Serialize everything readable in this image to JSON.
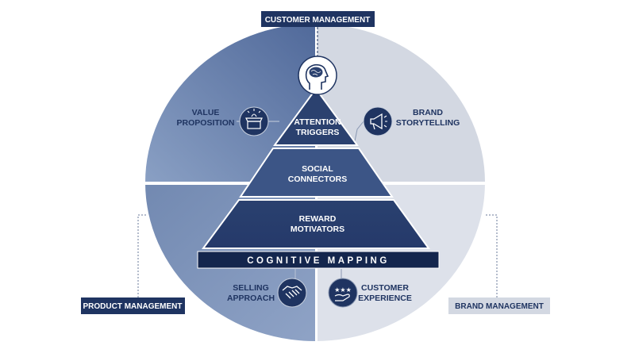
{
  "title": "Cognitive Mapping",
  "labels": {
    "customer_management": "CUSTOMER MANAGEMENT",
    "product_management": "PRODUCT MANAGEMENT",
    "brand_management": "BRAND MANAGEMENT"
  },
  "pyramid": [
    {
      "line1": "ATTENTION",
      "line2": "TRIGGERS"
    },
    {
      "line1": "SOCIAL",
      "line2": "CONNECTORS"
    },
    {
      "line1": "REWARD",
      "line2": "MOTIVATORS"
    }
  ],
  "base_label": "COGNITIVE MAPPING",
  "quadrants": {
    "value_proposition": {
      "line1": "VALUE",
      "line2": "PROPOSITION",
      "icon": "gift-box-icon"
    },
    "brand_storytelling": {
      "line1": "BRAND",
      "line2": "STORYTELLING",
      "icon": "megaphone-icon"
    },
    "selling_approach": {
      "line1": "SELLING",
      "line2": "APPROACH",
      "icon": "handshake-icon"
    },
    "customer_experience": {
      "line1": "CUSTOMER",
      "line2": "EXPERIENCE",
      "icon": "hand-stars-icon"
    }
  },
  "colors": {
    "navy": "#1f3461",
    "tl": "#5a76a2",
    "bl": "#7d94ba",
    "tr": "#d3d8e2",
    "br": "#dde1ea"
  }
}
